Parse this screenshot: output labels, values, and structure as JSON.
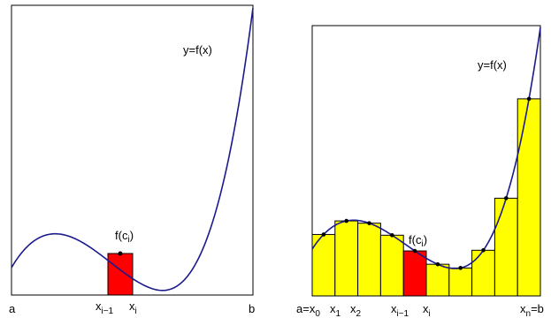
{
  "left_panel": {
    "curve_label": "y=f(x)",
    "point_label": "f(c",
    "point_label_sub": "i",
    "point_label_close": ")",
    "axis_label_a": "a",
    "axis_label_b": "b",
    "tick_x_left": "x",
    "tick_x_left_sub": "i−1",
    "tick_x_right": "x",
    "tick_x_right_sub": "i"
  },
  "right_panel": {
    "curve_label": "y=f(x)",
    "point_label": "f(c",
    "point_label_sub": "i",
    "point_label_close": ")",
    "tick_x0_prefix": "a=x",
    "tick_x0_sub": "0",
    "tick_x1": "x",
    "tick_x1_sub": "1",
    "tick_x2": "x",
    "tick_x2_sub": "2",
    "tick_xim1": "x",
    "tick_xim1_sub": "i−1",
    "tick_xi": "x",
    "tick_xi_sub": "i",
    "tick_xn": "x",
    "tick_xn_sub": "n",
    "tick_xn_suffix": "=b"
  },
  "colors": {
    "curve": "#1a1a8c",
    "highlight_rect": "#ff0000",
    "riemann_rect": "#ffff00",
    "frame": "#000000"
  },
  "icons": {
    "sample_point": "filled-dot"
  }
}
